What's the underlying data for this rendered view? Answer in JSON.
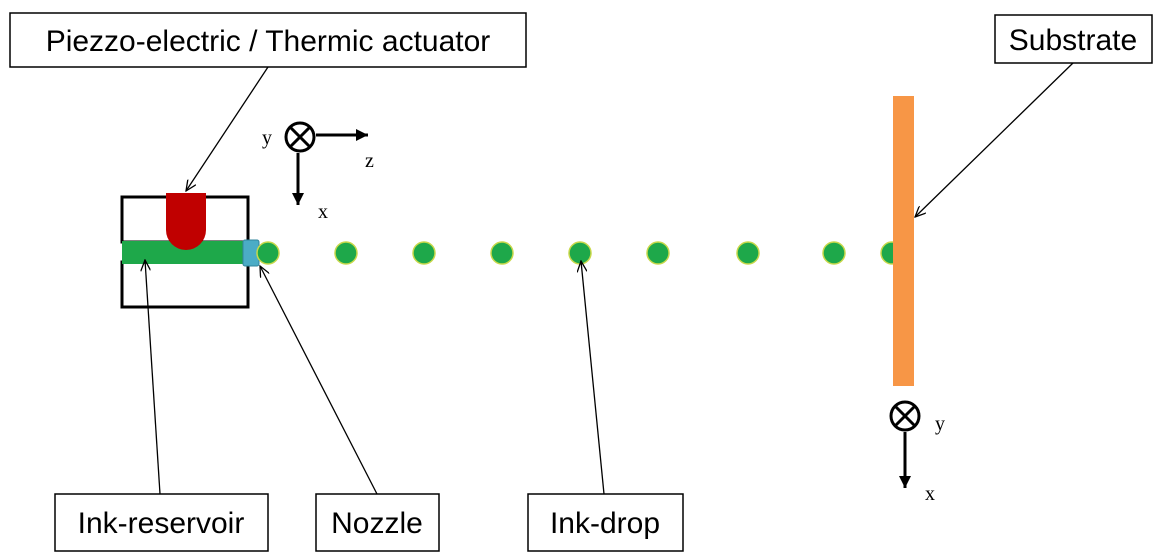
{
  "labels": {
    "actuator": "Piezzo-electric / Thermic actuator",
    "substrate": "Substrate",
    "reservoir": "Ink-reservoir",
    "nozzle": "Nozzle",
    "ink_drop": "Ink-drop"
  },
  "axes": {
    "left": {
      "y": "y",
      "z": "z",
      "x": "x"
    },
    "right": {
      "y": "y",
      "x": "x"
    }
  },
  "colors": {
    "ink": "#1ea84a",
    "ink_drop_outline": "#c8d84a",
    "actuator": "#c00000",
    "substrate": "#f79646",
    "nozzle": "#4bacc6",
    "outline": "#000000"
  }
}
